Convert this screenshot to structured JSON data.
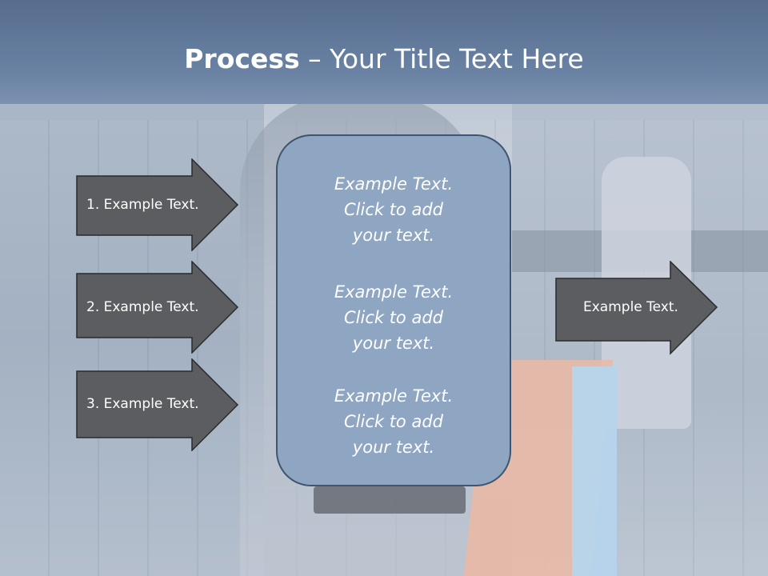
{
  "title": {
    "bold": "Process",
    "rest": " – Your Title Text Here"
  },
  "colors": {
    "title_band": "#6a82a3",
    "arrow_fill": "#5c5d60",
    "center_box_fill": "#8fa6c3",
    "center_box_border": "#3f546e",
    "text": "#ffffff"
  },
  "left_arrows": [
    {
      "label": "1. Example Text."
    },
    {
      "label": "2. Example Text."
    },
    {
      "label": "3. Example Text."
    }
  ],
  "right_arrow": {
    "label": "Example Text."
  },
  "center_items": [
    {
      "line1": "Example Text.",
      "line2": "Click  to add",
      "line3": "your text."
    },
    {
      "line1": "Example Text.",
      "line2": "Click  to add",
      "line3": "your text."
    },
    {
      "line1": "Example Text.",
      "line2": "Click  to add",
      "line3": "your text."
    }
  ]
}
